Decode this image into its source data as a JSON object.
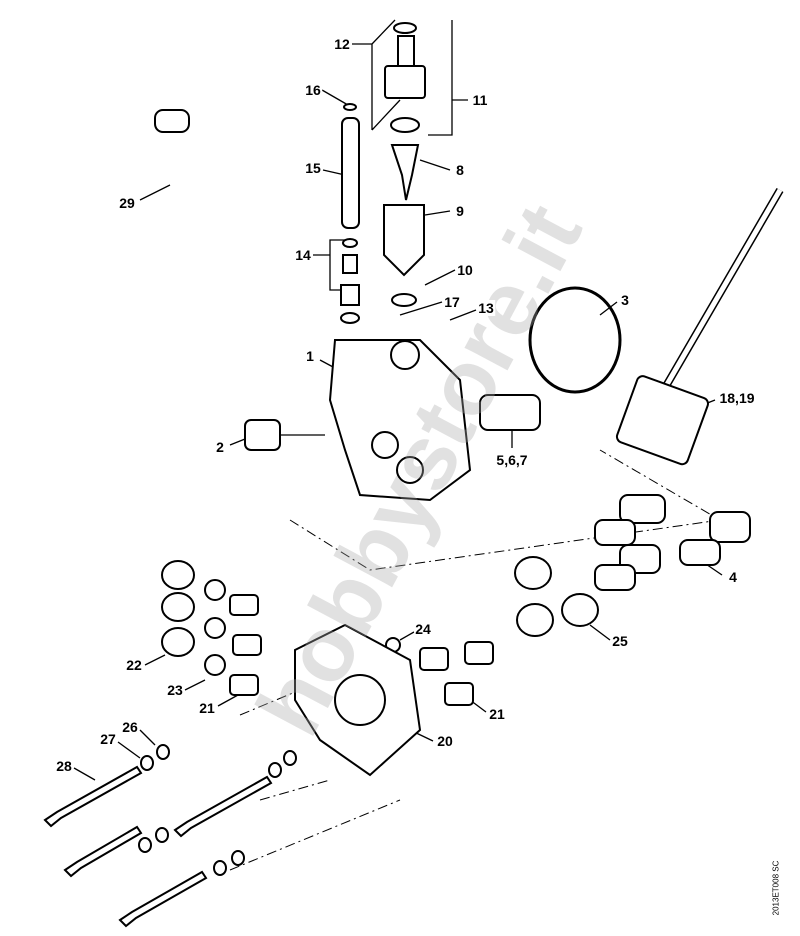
{
  "labels": [
    "12",
    "11",
    "16",
    "8",
    "15",
    "29",
    "9",
    "14",
    "10",
    "17",
    "13",
    "3",
    "1",
    "18,19",
    "2",
    "5,6,7",
    "4",
    "24",
    "25",
    "22",
    "23",
    "21",
    "21",
    "20",
    "26",
    "27",
    "28"
  ],
  "diagram_code": "2013ET008 SC",
  "watermark": "hobbystore.it"
}
